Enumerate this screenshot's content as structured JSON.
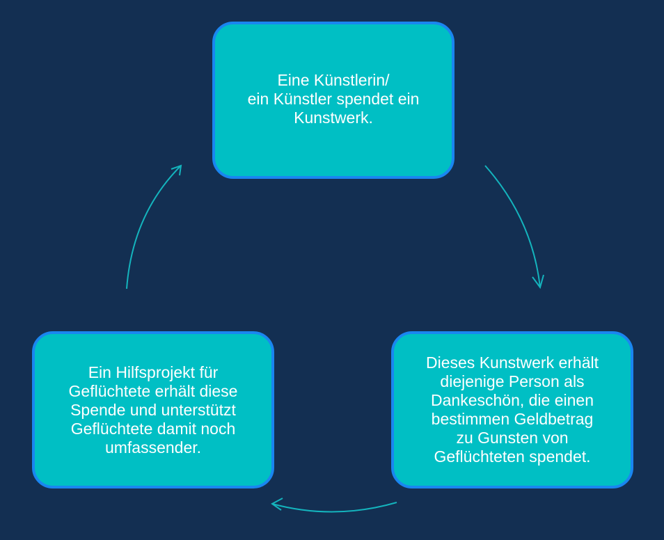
{
  "colors": {
    "background": "#132f52",
    "node_fill": "#00bfc4",
    "node_border": "#1a86f0",
    "arrow": "#14b4bd",
    "text": "#ffffff"
  },
  "nodes": {
    "top": {
      "lines": [
        "Eine Künstlerin/",
        "ein Künstler spendet ein",
        "Kunstwerk."
      ]
    },
    "right": {
      "lines": [
        "Dieses Kunstwerk erhält",
        "diejenige Person als",
        "Dankeschön, die einen",
        "bestimmen Geldbetrag",
        "zu Gunsten von",
        "Geflüchteten spendet."
      ]
    },
    "left": {
      "lines": [
        "Ein Hilfsprojekt für",
        "Geflüchtete erhält diese",
        "Spende und unterstützt",
        "Geflüchtete damit noch",
        "umfassender."
      ]
    }
  },
  "edges": [
    {
      "from": "top",
      "to": "right"
    },
    {
      "from": "right",
      "to": "left"
    },
    {
      "from": "left",
      "to": "top"
    }
  ]
}
